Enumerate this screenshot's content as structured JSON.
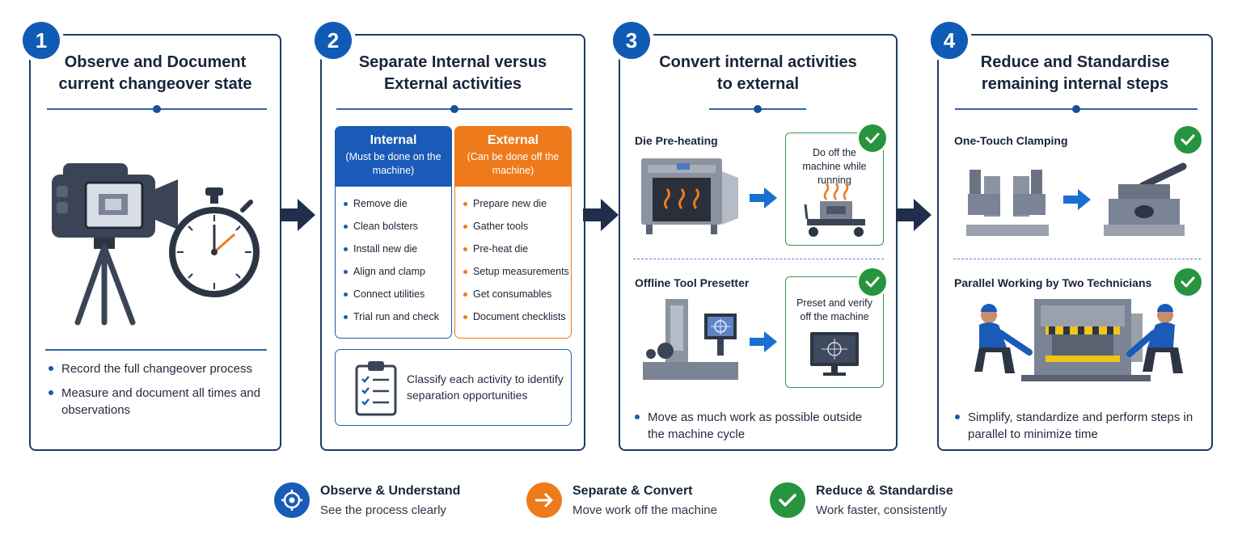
{
  "steps": [
    {
      "number": "1",
      "title_line1": "Observe and Document",
      "title_line2": "current changeover state",
      "bullets": [
        "Record the full changeover process",
        "Measure and document all times and observations"
      ]
    },
    {
      "number": "2",
      "title_line1": "Separate Internal versus",
      "title_line2": "External activities",
      "internal": {
        "heading": "Internal",
        "note": "(Must be done on the machine)",
        "items": [
          "Remove die",
          "Clean bolsters",
          "Install new die",
          "Align and clamp",
          "Connect utilities",
          "Trial run and check"
        ]
      },
      "external": {
        "heading": "External",
        "note": "(Can be done off the machine)",
        "items": [
          "Prepare new die",
          "Gather tools",
          "Pre-heat die",
          "Setup measurements",
          "Get consumables",
          "Document checklists"
        ]
      },
      "classify_text": "Classify each activity to identify separation opportunities"
    },
    {
      "number": "3",
      "title_line1": "Convert internal activities",
      "title_line2": "to external",
      "example1_label": "Die Pre-heating",
      "example1_result": "Do off the machine while running",
      "example2_label": "Offline Tool Presetter",
      "example2_result": "Preset and verify off the machine",
      "bullets": [
        "Move as much work as possible outside the machine cycle"
      ]
    },
    {
      "number": "4",
      "title_line1": "Reduce and Standardise",
      "title_line2": "remaining internal steps",
      "example1_label": "One-Touch Clamping",
      "example2_label": "Parallel Working by Two Technicians",
      "bullets": [
        "Simplify, standardize and perform steps in parallel to minimize time"
      ]
    }
  ],
  "legend": [
    {
      "title": "Observe & Understand",
      "subtitle": "See the process clearly",
      "icon": "target-icon",
      "color": "#1a5bb8"
    },
    {
      "title": "Separate & Convert",
      "subtitle": "Move work off the machine",
      "icon": "arrow-right-icon",
      "color": "#ee7a1b"
    },
    {
      "title": "Reduce & Standardise",
      "subtitle": "Work faster, consistently",
      "icon": "check-icon",
      "color": "#27943f"
    }
  ],
  "colors": {
    "primary_blue": "#0f5bb5",
    "navy": "#1f3a66",
    "orange": "#ee7a1b",
    "green": "#27943f"
  }
}
